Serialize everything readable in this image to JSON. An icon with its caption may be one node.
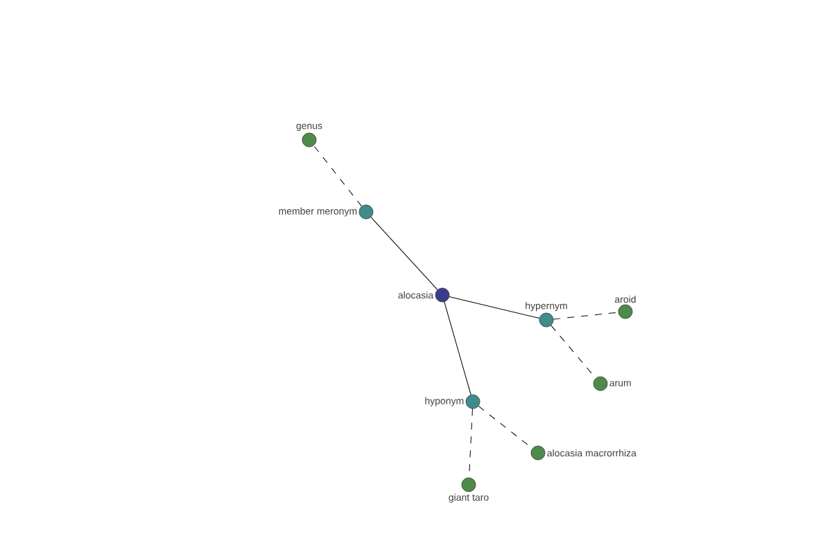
{
  "diagram": {
    "nodes": [
      {
        "text": [
          "genus"
        ]
      },
      {
        "text": [
          "member meronym"
        ]
      },
      {
        "text": [
          "alocasia"
        ]
      },
      {
        "text": [
          "hypernym"
        ]
      },
      {
        "text": [
          "aroid"
        ]
      },
      {
        "text": [
          "arum"
        ]
      },
      {
        "text": [
          "hyponym"
        ]
      },
      {
        "text": [
          "alocasia macrorrhiza"
        ]
      },
      {
        "text": [
          "giant taro"
        ]
      }
    ],
    "edges": [
      {
        "from": 2,
        "to": 1,
        "arrow": "none"
      },
      {
        "from": 1,
        "to": 0,
        "arrow": "none",
        "style": "dashed"
      },
      {
        "from": 2,
        "to": 3,
        "arrow": "none"
      },
      {
        "from": 3,
        "to": 4,
        "arrow": "none",
        "style": "dashed"
      },
      {
        "from": 3,
        "to": 5,
        "arrow": "none",
        "style": "dashed"
      },
      {
        "from": 2,
        "to": 6,
        "arrow": "none"
      },
      {
        "from": 6,
        "to": 7,
        "arrow": "none",
        "style": "dashed"
      },
      {
        "from": 6,
        "to": 8,
        "arrow": "none",
        "style": "dashed"
      }
    ]
  }
}
